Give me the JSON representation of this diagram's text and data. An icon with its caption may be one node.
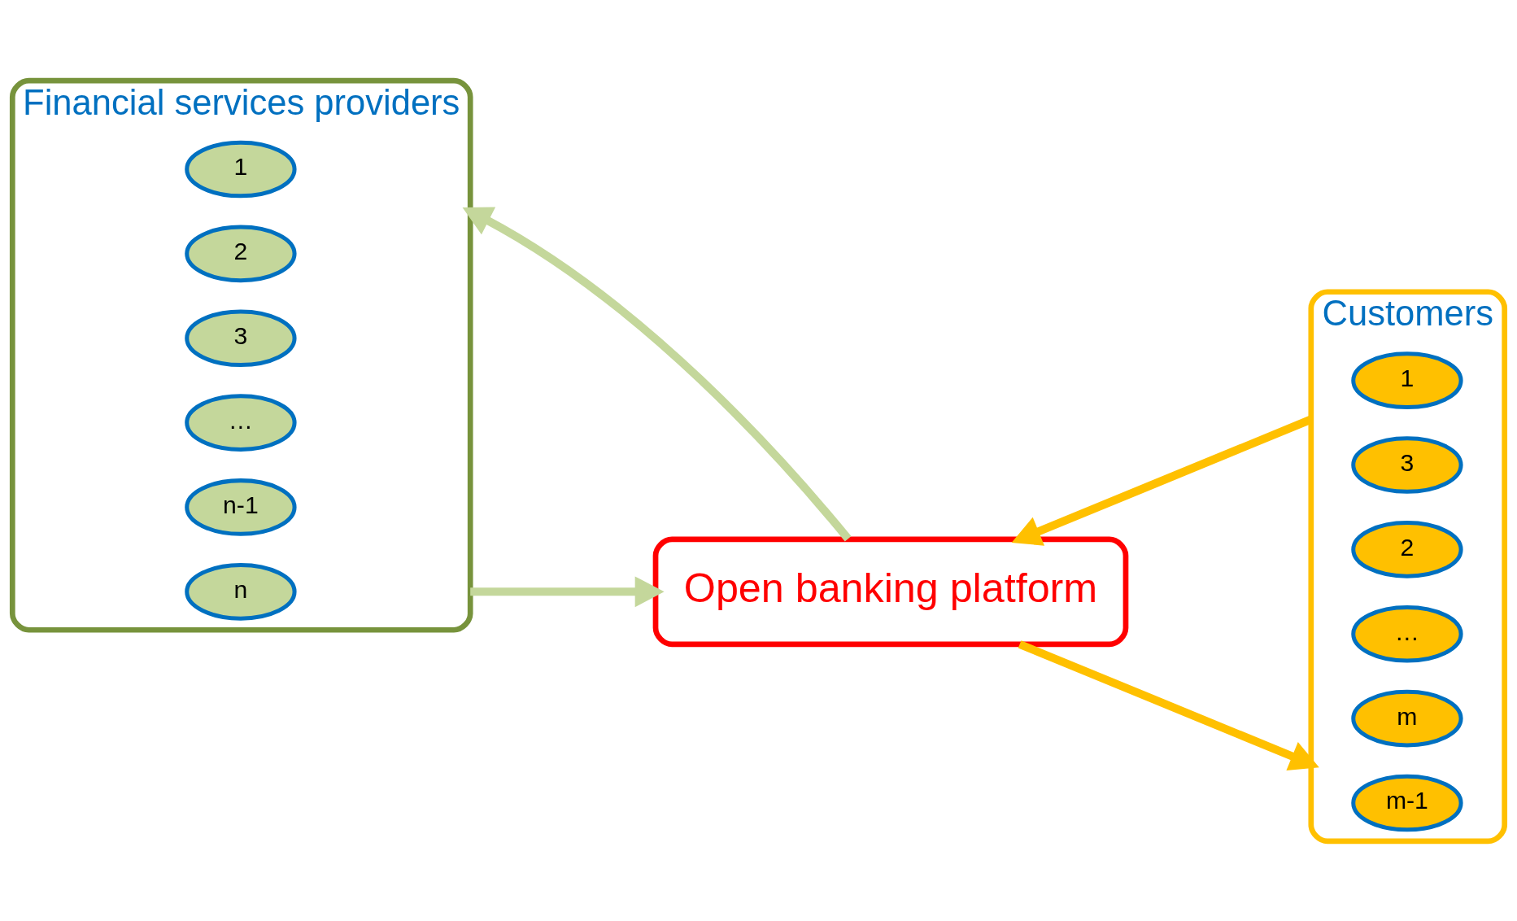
{
  "diagram": {
    "nodes": [
      {
        "text": [
          "Financial services providers"
        ]
      },
      {
        "text": [
          "1"
        ],
        "in": 0
      },
      {
        "text": [
          "2"
        ],
        "in": 0
      },
      {
        "text": [
          "3"
        ],
        "in": 0
      },
      {
        "text": [
          "…"
        ],
        "in": 0
      },
      {
        "text": [
          "n-1"
        ],
        "in": 0
      },
      {
        "text": [
          "n"
        ],
        "in": 0
      },
      {
        "text": [
          "Open banking platform"
        ]
      },
      {
        "text": [
          "Customers"
        ]
      },
      {
        "text": [
          "1"
        ],
        "in": 8
      },
      {
        "text": [
          "3"
        ],
        "in": 8
      },
      {
        "text": [
          "2"
        ],
        "in": 8
      },
      {
        "text": [
          "…"
        ],
        "in": 8
      },
      {
        "text": [
          "m"
        ],
        "in": 8
      },
      {
        "text": [
          "m-1"
        ],
        "in": 8
      }
    ],
    "edges": [
      {
        "from": 7,
        "to": 0,
        "arrow": "to",
        "color": "#c4d79b"
      },
      {
        "from": 0,
        "to": 7,
        "arrow": "to",
        "color": "#c4d79b"
      },
      {
        "from": 8,
        "to": 7,
        "arrow": "to",
        "color": "#ffc000"
      },
      {
        "from": 7,
        "to": 8,
        "arrow": "to",
        "color": "#ffc000"
      }
    ]
  }
}
